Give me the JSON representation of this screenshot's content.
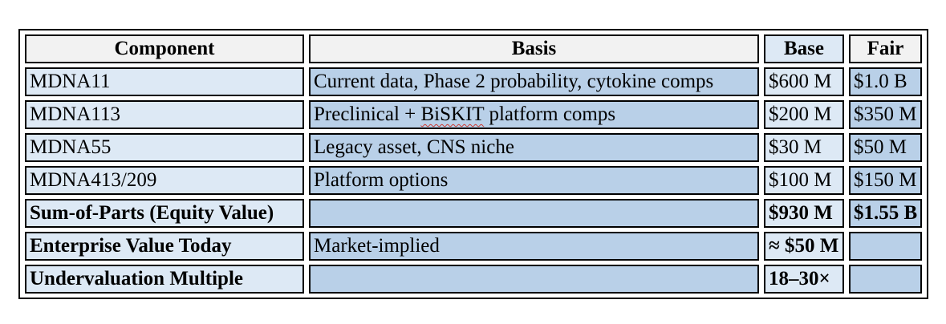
{
  "table": {
    "headers": {
      "component": "Component",
      "basis": "Basis",
      "base": "Base",
      "fair": "Fair"
    },
    "rows": [
      {
        "component": "MDNA11",
        "basis": "Current data, Phase 2 probability, cytokine comps",
        "base": "$600 M",
        "fair": "$1.0 B"
      },
      {
        "component": "MDNA113",
        "basis_prefix": "Preclinical + ",
        "basis_misspelled": "BiSKIT",
        "basis_suffix": " platform comps",
        "base": "$200 M",
        "fair": "$350 M"
      },
      {
        "component": "MDNA55",
        "basis": "Legacy asset, CNS niche",
        "base": "$30 M",
        "fair": "$50 M"
      },
      {
        "component": "MDNA413/209",
        "basis": "Platform options",
        "base": "$100 M",
        "fair": "$150 M"
      },
      {
        "component": "Sum-of-Parts (Equity Value)",
        "basis": "",
        "base": "$930 M",
        "fair": "$1.55 B"
      },
      {
        "component": "Enterprise Value Today",
        "basis": "Market-implied",
        "base": "≈ $50 M",
        "fair": ""
      },
      {
        "component": "Undervaluation Multiple",
        "basis": "",
        "base": "18–30×",
        "fair": ""
      }
    ],
    "colors": {
      "header_bg": "#f2f2f2",
      "light_blue": "#dde9f5",
      "dark_blue": "#b9d0e8",
      "border": "#000000",
      "squiggle": "#cc3b33"
    }
  }
}
